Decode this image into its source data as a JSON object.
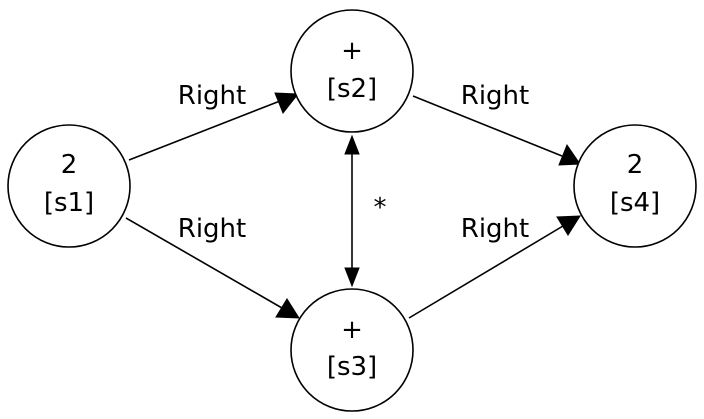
{
  "nodes": {
    "s1": {
      "value": "2",
      "id_label": "[s1]"
    },
    "s2": {
      "value": "+",
      "id_label": "[s2]"
    },
    "s3": {
      "value": "+",
      "id_label": "[s3]"
    },
    "s4": {
      "value": "2",
      "id_label": "[s4]"
    }
  },
  "edges": {
    "s1_s2": {
      "label": "Right"
    },
    "s1_s3": {
      "label": "Right"
    },
    "s2_s4": {
      "label": "Right"
    },
    "s3_s4": {
      "label": "Right"
    },
    "s2_s3": {
      "label": "*"
    }
  }
}
